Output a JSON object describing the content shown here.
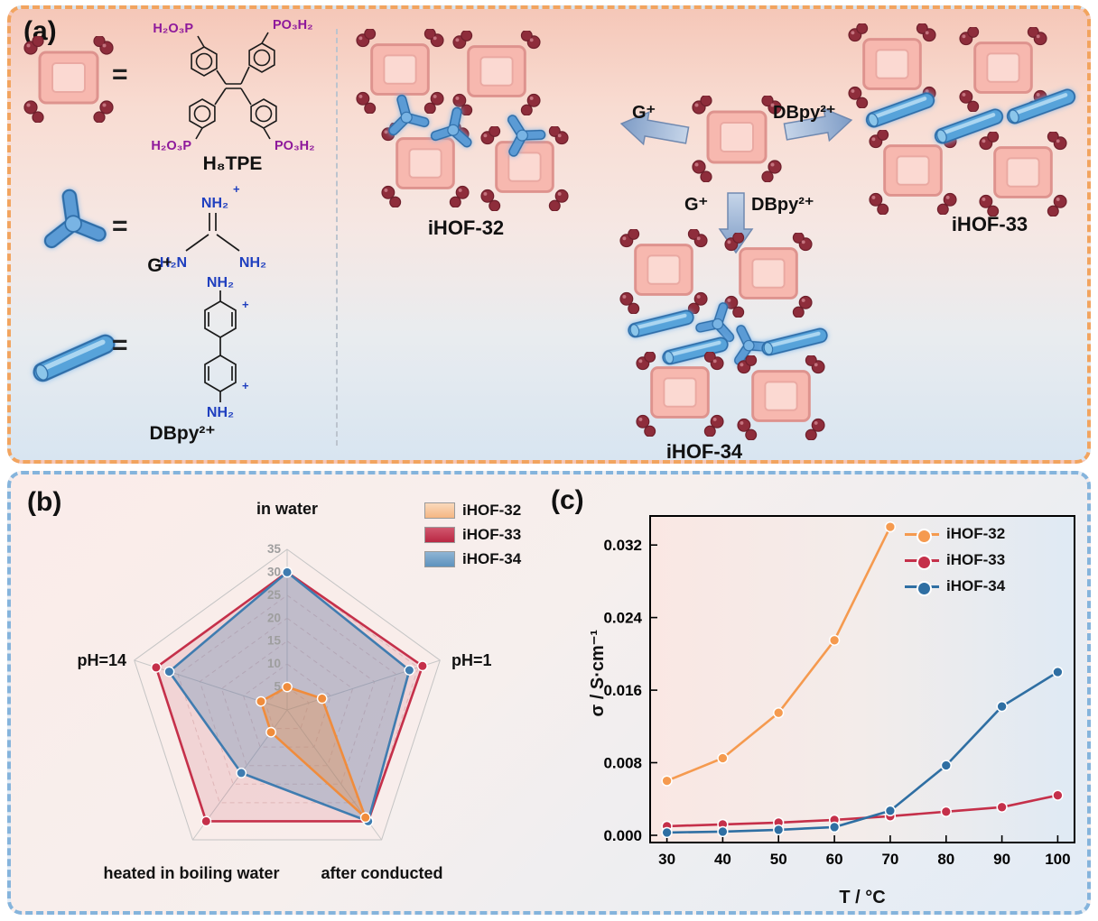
{
  "panel_a": {
    "label": "(a)",
    "legend": {
      "eq": "=",
      "h8tpe": {
        "name": "H₈TPE",
        "tl": "H₂O₃P",
        "tr": "PO₃H₂",
        "bl": "H₂O₃P",
        "br": "PO₃H₂"
      },
      "g": {
        "name": "G⁺",
        "plus": "+",
        "top": "NH₂",
        "left": "H₂N",
        "right": "NH₂"
      },
      "dbpy": {
        "name": "DBpy²⁺",
        "plus": "+",
        "top": "NH₂",
        "bottom": "NH₂"
      }
    },
    "scheme": {
      "left_arrow_label": "G⁺",
      "right_arrow_label": "DBpy²⁺",
      "down_arrow_left_label": "G⁺",
      "down_arrow_right_label": "DBpy²⁺",
      "product_left": "iHOF-32",
      "product_right": "iHOF-33",
      "product_bottom": "iHOF-34"
    }
  },
  "panel_b": {
    "label": "(b)"
  },
  "panel_c": {
    "label": "(c)"
  },
  "chart_data": [
    {
      "type": "radar",
      "panel": "b",
      "axes": [
        "in water",
        "pH=1",
        "after conducted",
        "heated in boiling water",
        "pH=14"
      ],
      "rmax": 35,
      "ticks": [
        5,
        10,
        15,
        20,
        25,
        30,
        35
      ],
      "legend_position": "top-right",
      "series": [
        {
          "name": "iHOF-32",
          "color": "#F08C3C",
          "swatch": "#F8C9A2",
          "fill_opacity": 0.32,
          "values": [
            5,
            8,
            29,
            6,
            6
          ]
        },
        {
          "name": "iHOF-33",
          "color": "#C5304A",
          "swatch": "#C5304A",
          "fill_opacity": 0.13,
          "values": [
            30,
            31,
            30,
            30,
            30
          ]
        },
        {
          "name": "iHOF-34",
          "color": "#3F7CB0",
          "swatch": "#6FA0C8",
          "fill_opacity": 0.28,
          "values": [
            30,
            28,
            30,
            17,
            27
          ]
        }
      ]
    },
    {
      "type": "line",
      "panel": "c",
      "xlabel": "T / °C",
      "ylabel": "σ / S·cm⁻¹",
      "x_ticks": [
        30,
        40,
        50,
        60,
        70,
        80,
        90,
        100
      ],
      "y_ticks": [
        0.0,
        0.008,
        0.016,
        0.024,
        0.032
      ],
      "y_tick_labels": [
        "0.000",
        "0.008",
        "0.016",
        "0.024",
        "0.032"
      ],
      "xlim": [
        27,
        103
      ],
      "ylim": [
        -0.0008,
        0.0352
      ],
      "legend_position": "top-right",
      "series": [
        {
          "name": "iHOF-32",
          "color": "#F59A4F",
          "x": [
            30,
            40,
            50,
            60,
            70
          ],
          "y": [
            0.006,
            0.0085,
            0.0135,
            0.0215,
            0.034
          ]
        },
        {
          "name": "iHOF-33",
          "color": "#C5304A",
          "x": [
            30,
            40,
            50,
            60,
            70,
            80,
            90,
            100
          ],
          "y": [
            0.001,
            0.0012,
            0.0014,
            0.0017,
            0.0021,
            0.0026,
            0.0031,
            0.0044
          ]
        },
        {
          "name": "iHOF-34",
          "color": "#2F6FA3",
          "x": [
            30,
            40,
            50,
            60,
            70,
            80,
            90,
            100
          ],
          "y": [
            0.0003,
            0.0004,
            0.0006,
            0.0009,
            0.0027,
            0.0077,
            0.0142,
            0.018
          ]
        }
      ]
    }
  ]
}
